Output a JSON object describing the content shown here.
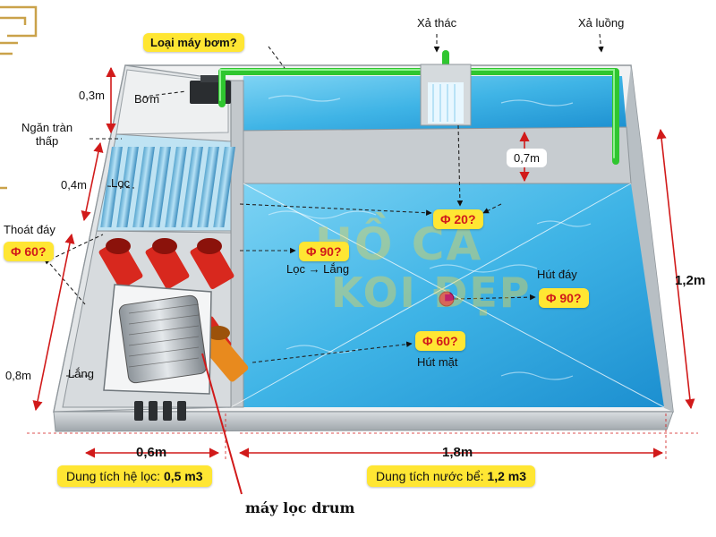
{
  "labels": {
    "pump_question": "Loại máy bơm?",
    "waterfall": "Xả thác",
    "stream": "Xả luồng",
    "pump": "Bơm",
    "low_overflow": "Ngăn tràn\nthấp",
    "filter": "Lọc",
    "bottom_drain": "Thoát đáy",
    "settling": "Lắng",
    "filter_to_settling": "Lọc → Lắng",
    "bottom_suction": "Hút đáy",
    "skimmer": "Hút mặt",
    "drum_filter": "máy lọc drum"
  },
  "pipes": {
    "phi20": "Φ 20?",
    "phi60_drain": "Φ 60?",
    "phi90_filter": "Φ 90?",
    "phi90_suction": "Φ 90?",
    "phi60_skimmer": "Φ 60?"
  },
  "dimensions": {
    "h_pump": "0,3m",
    "h_filter": "0,4m",
    "h_settling": "0,8m",
    "w_filter": "0,6m",
    "w_pond": "1,8m",
    "h_pond": "1,2m",
    "h_water_gap": "0,7m"
  },
  "capacity": {
    "filter_label": "Dung tích hệ lọc:",
    "filter_value": "0,5 m3",
    "pond_label": "Dung tích nước bể:",
    "pond_value": "1,2 m3"
  },
  "watermark": {
    "line1": "HỒ CÁ",
    "line2": "KOI ĐẸP"
  },
  "colors": {
    "water": "#3fb4e6",
    "pipe_green": "#2fc62f",
    "pipe_red": "#d8281e",
    "pipe_orange": "#e88a1e",
    "tag_yellow": "#ffe633",
    "dimension_red": "#d11a1a"
  }
}
